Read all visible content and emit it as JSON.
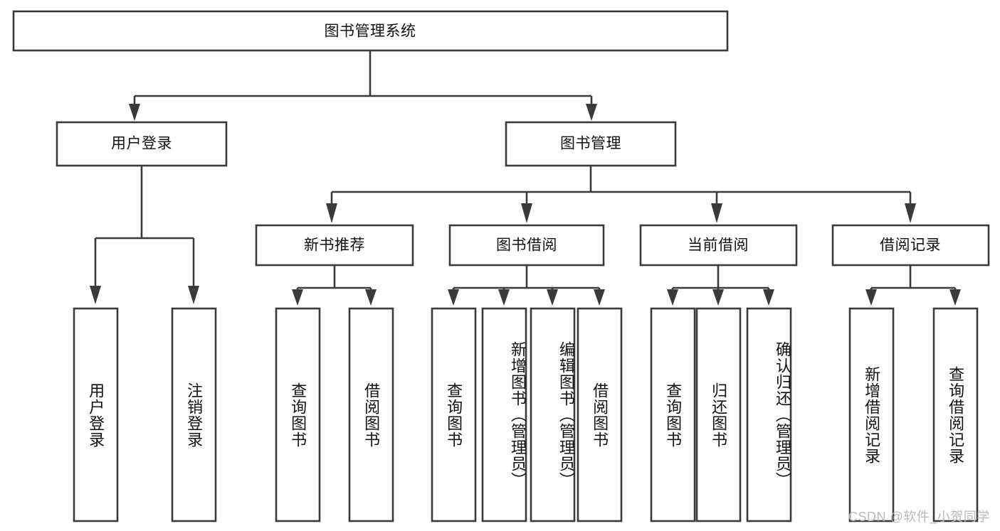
{
  "diagram": {
    "title": "图书管理系统",
    "type": "hierarchy-tree",
    "root": {
      "id": "root",
      "label": "图书管理系统",
      "orientation": "horizontal"
    },
    "level2": [
      {
        "id": "user-login",
        "label": "用户登录",
        "orientation": "horizontal"
      },
      {
        "id": "book-management",
        "label": "图书管理",
        "orientation": "horizontal"
      }
    ],
    "level3": [
      {
        "id": "new-book-recommend",
        "label": "新书推荐",
        "orientation": "horizontal",
        "parent": "book-management"
      },
      {
        "id": "book-borrow",
        "label": "图书借阅",
        "orientation": "horizontal",
        "parent": "book-management"
      },
      {
        "id": "current-borrow",
        "label": "当前借阅",
        "orientation": "horizontal",
        "parent": "book-management"
      },
      {
        "id": "borrow-record",
        "label": "借阅记录",
        "orientation": "horizontal",
        "parent": "book-management"
      }
    ],
    "leaves": [
      {
        "id": "leaf-user-login",
        "label": "用户登录",
        "orientation": "vertical",
        "parent": "user-login"
      },
      {
        "id": "leaf-logout-login",
        "label": "注销登录",
        "orientation": "vertical",
        "parent": "user-login"
      },
      {
        "id": "leaf-query-book-1",
        "label": "查询图书",
        "orientation": "vertical",
        "parent": "new-book-recommend"
      },
      {
        "id": "leaf-borrow-book-1",
        "label": "借阅图书",
        "orientation": "vertical",
        "parent": "new-book-recommend"
      },
      {
        "id": "leaf-query-book-2",
        "label": "查询图书",
        "orientation": "vertical",
        "parent": "book-borrow"
      },
      {
        "id": "leaf-add-book",
        "label": "新增图书（管理员）",
        "orientation": "vertical",
        "parent": "book-borrow"
      },
      {
        "id": "leaf-edit-book",
        "label": "编辑图书（管理员）",
        "orientation": "vertical",
        "parent": "book-borrow"
      },
      {
        "id": "leaf-borrow-book-2",
        "label": "借阅图书",
        "orientation": "vertical",
        "parent": "book-borrow"
      },
      {
        "id": "leaf-query-book-3",
        "label": "查询图书",
        "orientation": "vertical",
        "parent": "current-borrow"
      },
      {
        "id": "leaf-return-book",
        "label": "归还图书",
        "orientation": "vertical",
        "parent": "current-borrow"
      },
      {
        "id": "leaf-confirm-return",
        "label": "确认归还（管理员）",
        "orientation": "vertical",
        "parent": "current-borrow"
      },
      {
        "id": "leaf-add-borrow-record",
        "label": "新增借阅记录",
        "orientation": "vertical",
        "parent": "borrow-record"
      },
      {
        "id": "leaf-query-borrow-record",
        "label": "查询借阅记录",
        "orientation": "vertical",
        "parent": "borrow-record"
      }
    ],
    "watermark": "CSDN @软件_小贺同学",
    "colors": {
      "box_stroke": "#3a3a3a",
      "box_fill": "#ffffff",
      "text": "#111111",
      "connector": "#3a3a3a",
      "watermark": "#b9b9b9",
      "background": "#ffffff"
    }
  }
}
